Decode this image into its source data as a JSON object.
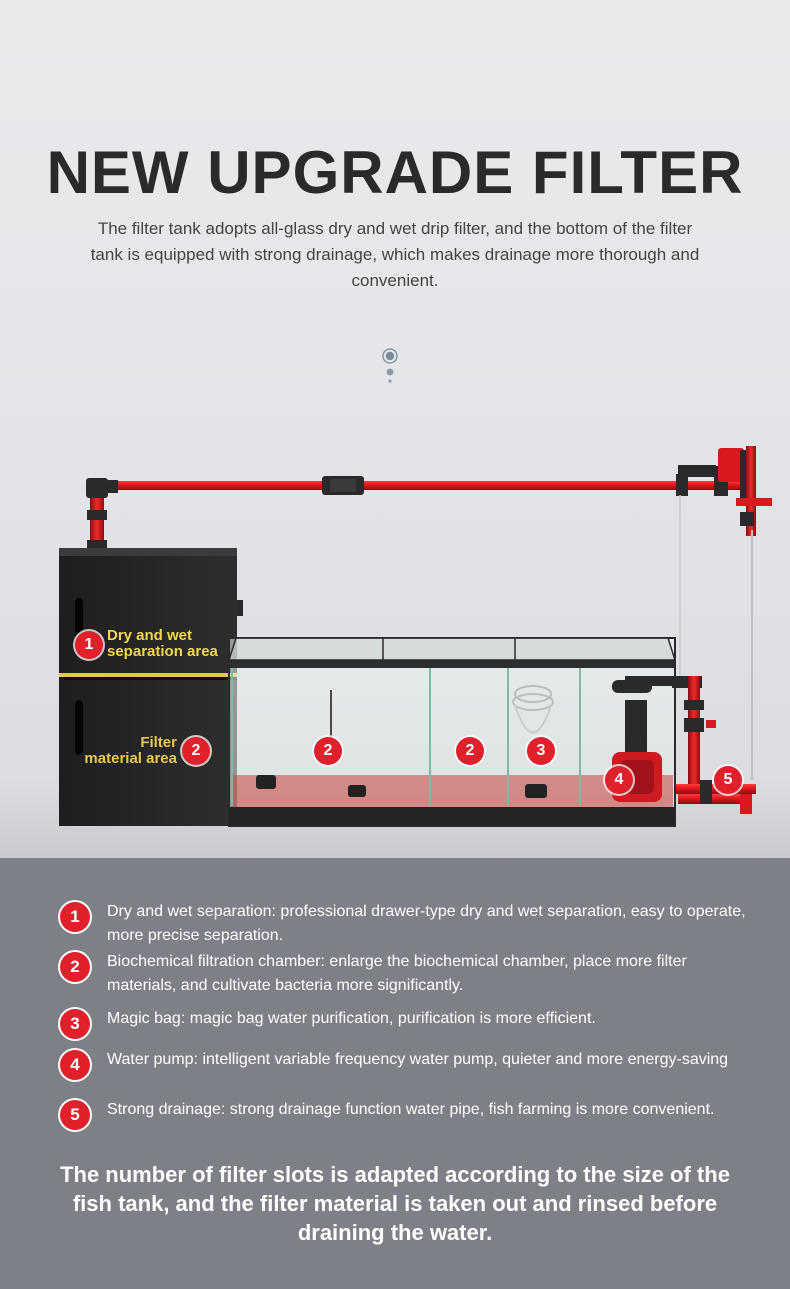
{
  "header": {
    "title": "NEW UPGRADE FILTER",
    "subtitle": "The filter tank adopts all-glass dry and wet drip filter, and the bottom of the filter tank is equipped with strong drainage, which makes drainage more thorough and convenient."
  },
  "diagram": {
    "labels": {
      "dry_wet_line1": "Dry and wet",
      "dry_wet_line2": "separation area",
      "filter_line1": "Filter",
      "filter_line2": "material area"
    },
    "badges": {
      "b1": "1",
      "b2a": "2",
      "b2b": "2",
      "b2c": "2",
      "b3": "3",
      "b4": "4",
      "b5": "5"
    }
  },
  "features": [
    {
      "num": "1",
      "text": "Dry and wet separation: professional drawer-type dry and wet separation, easy to operate, more precise separation."
    },
    {
      "num": "2",
      "text": "Biochemical filtration chamber: enlarge the biochemical chamber, place more filter materials, and cultivate bacteria more significantly."
    },
    {
      "num": "3",
      "text": "Magic bag: magic bag water purification, purification is more efficient."
    },
    {
      "num": "4",
      "text": "Water pump: intelligent variable frequency water pump, quieter and more energy-saving"
    },
    {
      "num": "5",
      "text": "Strong drainage: strong drainage function water pipe, fish farming is more convenient."
    }
  ],
  "footer": "The number of filter slots is adapted according to the size of the fish tank, and the filter material is taken out and rinsed before draining the water.",
  "colors": {
    "accent": "#e0202a",
    "panel": "#7e8087",
    "label_yellow": "#f1d74a",
    "title": "#2a2a2a"
  }
}
